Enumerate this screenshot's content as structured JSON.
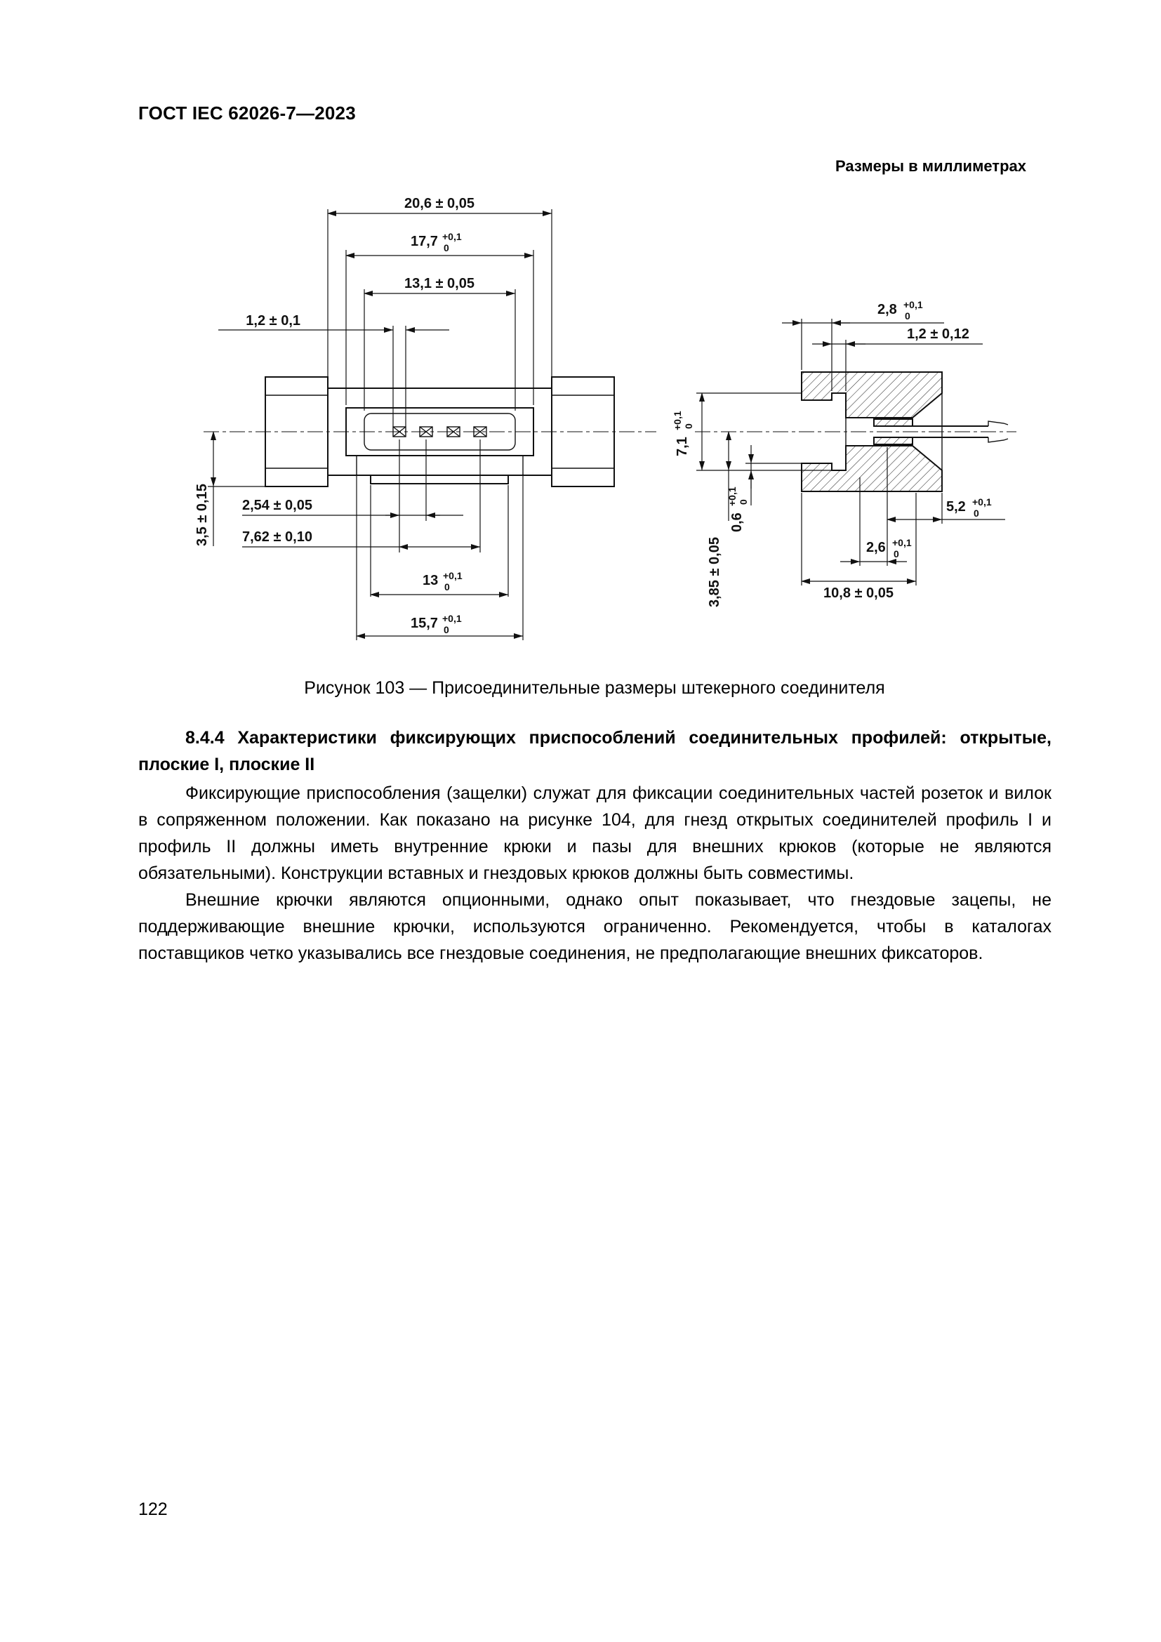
{
  "page": {
    "header": "ГОСТ IEC 62026-7—2023",
    "page_number": "122"
  },
  "figure": {
    "units_note": "Размеры в миллиметрах",
    "caption": "Рисунок 103 — Присоединительные размеры штекерного соединителя",
    "dims": {
      "d20_6": {
        "val": "20,6 ± 0,05"
      },
      "d17_7": {
        "val": "17,7",
        "sup": "+0,1",
        "sub": "0"
      },
      "d13_1": {
        "val": "13,1 ± 0,05"
      },
      "d1_2": {
        "val": "1,2 ± 0,1"
      },
      "d3_5": {
        "val": "3,5 ± 0,15"
      },
      "d2_54": {
        "val": "2,54 ± 0,05"
      },
      "d7_62": {
        "val": "7,62 ± 0,10"
      },
      "d13": {
        "val": "13",
        "sup": "+0,1",
        "sub": "0"
      },
      "d15_7": {
        "val": "15,7",
        "sup": "+0,1",
        "sub": "0"
      },
      "d2_8": {
        "val": "2,8",
        "sup": "+0,1",
        "sub": "0"
      },
      "d1_2b": {
        "val": "1,2 ± 0,12"
      },
      "d7_1": {
        "val": "7,1",
        "sup": "+0,1",
        "sub": "0"
      },
      "d0_6": {
        "val": "0,6",
        "sup": "+0,1",
        "sub": "0"
      },
      "d3_85": {
        "val": "3,85 ± 0,05"
      },
      "d5_2": {
        "val": "5,2",
        "sup": "+0,1",
        "sub": "0"
      },
      "d2_6": {
        "val": "2,6",
        "sup": "+0,1",
        "sub": "0"
      },
      "d10_8": {
        "val": "10,8 ± 0,05"
      }
    }
  },
  "section": {
    "heading": "8.4.4 Характеристики фиксирующих приспособлений соединительных профилей: открытые, плоские I, плоские II",
    "paragraphs": [
      "Фиксирующие приспособления (защелки) служат для фиксации соединительных частей розеток и вилок в сопряженном положении. Как показано на рисунке 104, для гнезд открытых соединителей профиль I и профиль II должны иметь внутренние крюки и пазы для внешних крюков (которые не являются обязательными). Конструкции вставных и гнездовых крюков должны быть совместимы.",
      "Внешние крючки являются опционными, однако опыт показывает, что гнездовые зацепы, не поддерживающие внешние крючки, используются ограниченно. Рекомендуется, чтобы в каталогах поставщиков четко указывались все гнездовые соединения, не предполагающие внешних фиксаторов."
    ]
  }
}
